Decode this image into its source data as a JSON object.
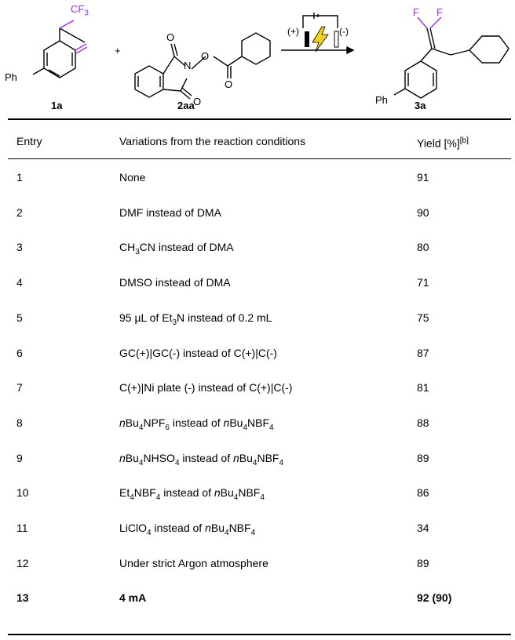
{
  "scheme": {
    "reagent1_label": "1a",
    "reagent2_label": "2aa",
    "product_label": "3a",
    "plus": "+",
    "cf3": "CF",
    "cf3_sub": "3",
    "ph_left": "Ph",
    "ph_right": "Ph",
    "f_left": "F",
    "f_right": "F",
    "n_atom": "N",
    "o_atoms": [
      "O",
      "O",
      "O",
      "O"
    ],
    "electrode_plus": "(+)",
    "electrode_minus": "(-)"
  },
  "table": {
    "headers": {
      "entry": "Entry",
      "variation": "Variations from the reaction conditions",
      "yield": "Yield [%]",
      "yield_sup": "[b]"
    },
    "rows": [
      {
        "entry": "1",
        "variation": "None",
        "yield": "91"
      },
      {
        "entry": "2",
        "variation": "DMF instead of DMA",
        "yield": "90"
      },
      {
        "entry": "3",
        "variation_parts": [
          "CH",
          "3",
          "CN instead of DMA"
        ],
        "yield": "80"
      },
      {
        "entry": "4",
        "variation": "DMSO instead of DMA",
        "yield": "71"
      },
      {
        "entry": "5",
        "variation_parts": [
          "95 µL of Et",
          "3",
          "N instead of 0.2 mL"
        ],
        "yield": "75"
      },
      {
        "entry": "6",
        "variation": "GC(+)|GC(-) instead of C(+)|C(-)",
        "yield": "87"
      },
      {
        "entry": "7",
        "variation": "C(+)|Ni plate (-) instead of C(+)|C(-)",
        "yield": "81"
      },
      {
        "entry": "8",
        "variation_parts": [
          "n",
          "Bu",
          "4",
          "NPF",
          "6",
          " instead of ",
          "n",
          "Bu",
          "4",
          "NBF",
          "4"
        ],
        "yield": "88"
      },
      {
        "entry": "9",
        "variation_parts": [
          "n",
          "Bu",
          "4",
          "NHSO",
          "4",
          " instead of ",
          "n",
          "Bu",
          "4",
          "NBF",
          "4"
        ],
        "yield": "89"
      },
      {
        "entry": "10",
        "variation_parts": [
          "Et",
          "4",
          "NBF",
          "4",
          " instead of ",
          "n",
          "Bu",
          "4",
          "NBF",
          "4"
        ],
        "yield": "86"
      },
      {
        "entry": "11",
        "variation_parts": [
          "LiClO",
          "4",
          " instead of ",
          "n",
          "Bu",
          "4",
          "NBF",
          "4"
        ],
        "yield": "34"
      },
      {
        "entry": "12",
        "variation": "Under strict Argon atmosphere",
        "yield": "89"
      },
      {
        "entry": "13",
        "variation": "4 mA",
        "yield": "92 (90)"
      }
    ]
  },
  "colors": {
    "accent_fluorine": "#9b30d9",
    "bolt_yellow": "#f2d21a",
    "text": "#000000"
  }
}
